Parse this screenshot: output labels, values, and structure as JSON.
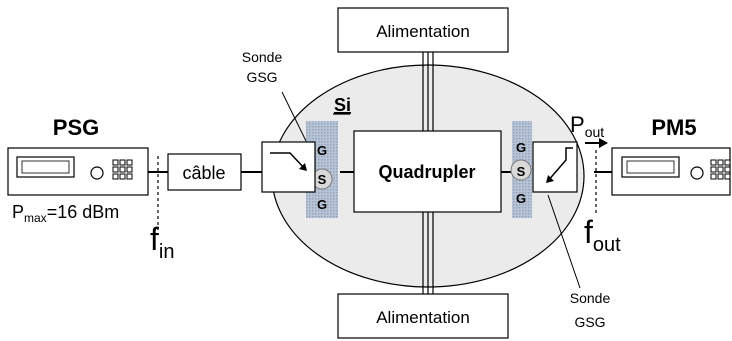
{
  "instruments": {
    "source": {
      "name": "PSG",
      "pmax_symbol": "P",
      "pmax_sub": "max",
      "pmax_value": "=16 dBm"
    },
    "meter": {
      "name": "PM5"
    }
  },
  "cable": {
    "label": "câble"
  },
  "probes": {
    "left": {
      "line1": "Sonde",
      "line2": "GSG",
      "pads": [
        "G",
        "S",
        "G"
      ]
    },
    "right": {
      "line1": "Sonde",
      "line2": "GSG",
      "pads": [
        "G",
        "S",
        "G"
      ]
    }
  },
  "chip": {
    "substrate": "Si",
    "device": "Quadrupler"
  },
  "supplies": {
    "top": "Alimentation",
    "bottom": "Alimentation"
  },
  "frequencies": {
    "fin": {
      "main": "f",
      "sub": "in"
    },
    "fout": {
      "main": "f",
      "sub": "out"
    }
  },
  "output_power": {
    "main": "P",
    "sub": "out"
  },
  "colors": {
    "chip_fill": "#ebebeb",
    "pad_fill": "#aab8cc",
    "line": "#000000"
  }
}
